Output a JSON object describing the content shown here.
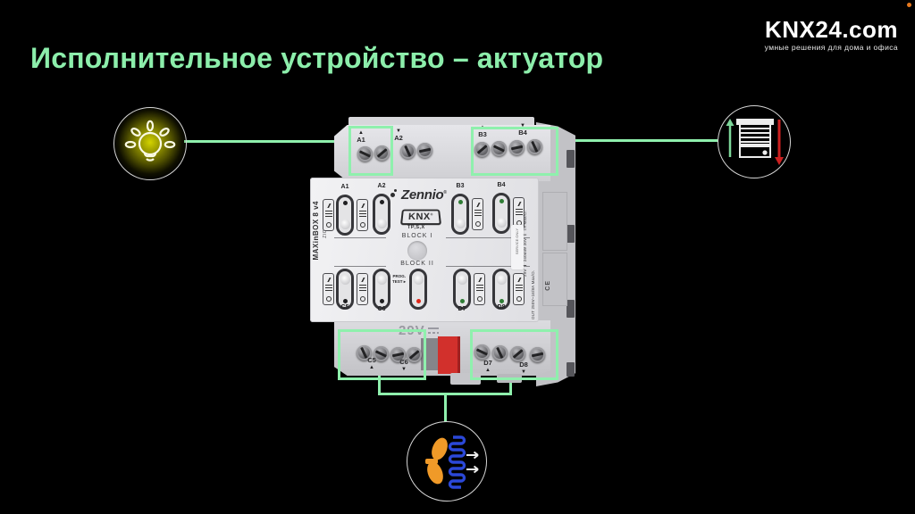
{
  "title": "Исполнительное устройство – актуатор",
  "logo": {
    "name": "KNX24.com",
    "tagline": "умные решения для дома и офиса"
  },
  "colors": {
    "accent_green": "#8ff0ad",
    "title_green": "#8ceeab",
    "bulb_glow": "#dede00",
    "blind_up_arrow": "#7dd79a",
    "blind_down_arrow": "#cc2020",
    "fan_orange": "#f09a28",
    "coil_blue": "#2b48d8",
    "knx_connector_red": "#d2302c"
  },
  "icons": {
    "left": "light-bulb",
    "right": "roller-blind-up-down",
    "bottom": "fan-coil-airflow"
  },
  "device": {
    "brand": "Zennio",
    "reg": "®",
    "bus_logo": "KNX",
    "bus_type": "TP,S,X",
    "model": "MAXinBOX 8 v4",
    "model_code": "ZIOMB8V4",
    "blocks": [
      "BLOCK I",
      "BLOCK II"
    ],
    "prog_line1": "PROG.",
    "prog_line2": "TEST",
    "prog_arrow": "▸",
    "bus_voltage": "29V",
    "top_terminals": [
      {
        "label": "A1",
        "arrow": "▲"
      },
      {
        "label": "A2",
        "arrow": "▼"
      },
      {
        "label": "B3",
        "arrow": "▲"
      },
      {
        "label": "B4",
        "arrow": "▼"
      }
    ],
    "bottom_terminals": [
      {
        "label": "C5",
        "arrow": "▲"
      },
      {
        "label": "C6",
        "arrow": "▼"
      },
      {
        "label": "D7",
        "arrow": "▲"
      },
      {
        "label": "D8",
        "arrow": "▼"
      }
    ],
    "channels_top": [
      {
        "label": "A1"
      },
      {
        "label": "A2"
      },
      {
        "label": "B3"
      },
      {
        "label": "B4"
      }
    ],
    "channels_bottom": [
      {
        "label": "C5"
      },
      {
        "label": "C6"
      },
      {
        "label": "D7"
      },
      {
        "label": "D8"
      }
    ],
    "side_rating_power": "29V ⎓ 240mW   30V ⎓ 7A Max/O.",
    "side_rating_out": "OUT 250V~16/8A Max/O.",
    "service_label": "SERVICE ONLY",
    "ce_mark": "CE"
  }
}
